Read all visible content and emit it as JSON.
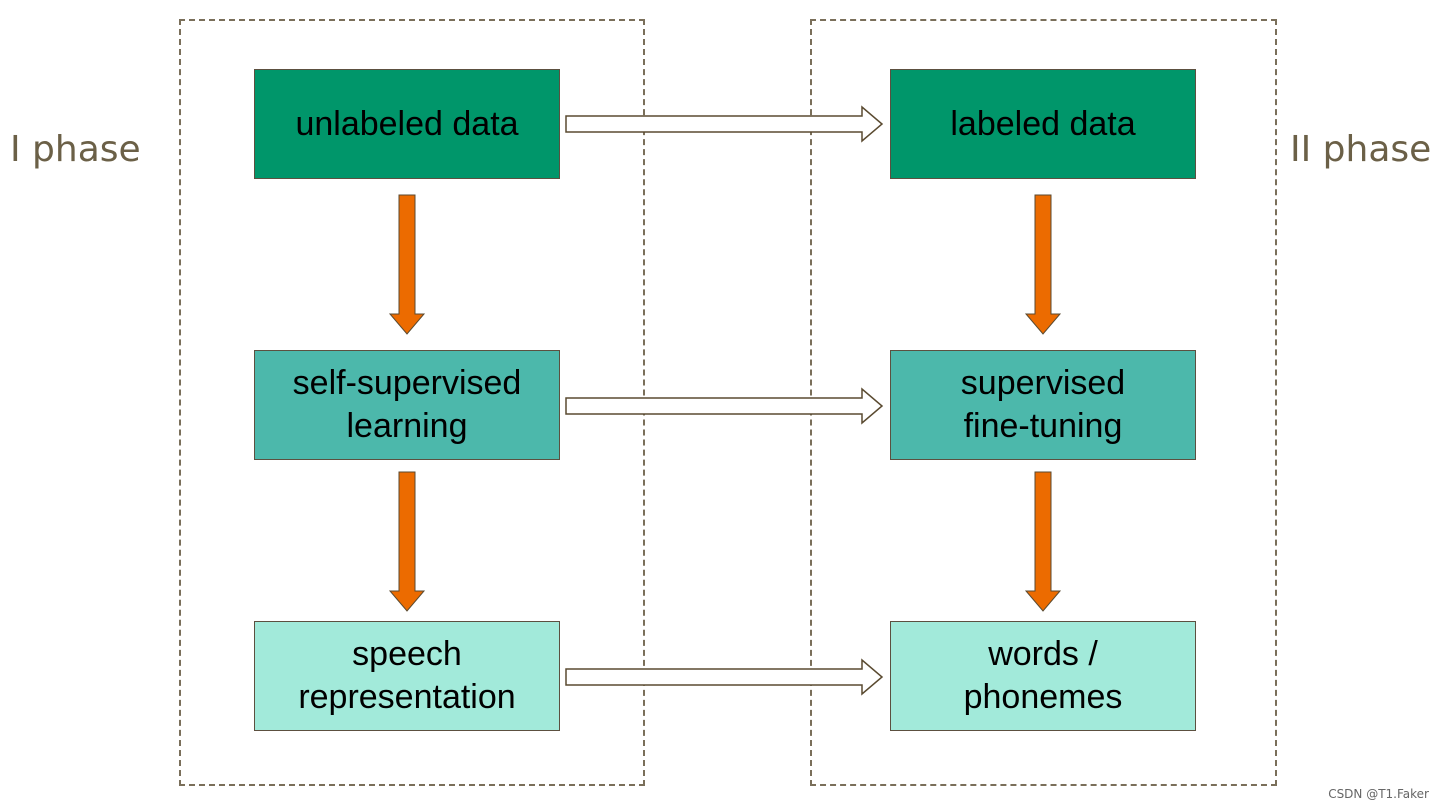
{
  "phases": {
    "left": "I phase",
    "right": "II phase"
  },
  "boxes": {
    "unlabeled": "unlabeled data",
    "ssl": [
      "self-supervised",
      "learning"
    ],
    "speech": [
      "speech",
      "representation"
    ],
    "labeled": "labeled data",
    "sft": [
      "supervised",
      "fine-tuning"
    ],
    "words": [
      "words /",
      "phonemes"
    ]
  },
  "colors": {
    "dark_green": "#00966a",
    "mid_teal": "#4cb8ab",
    "light_mint": "#a2eada",
    "orange_arrow": "#ec6b00",
    "phase_text": "#6b6047"
  },
  "footer": "CSDN @T1.Faker"
}
